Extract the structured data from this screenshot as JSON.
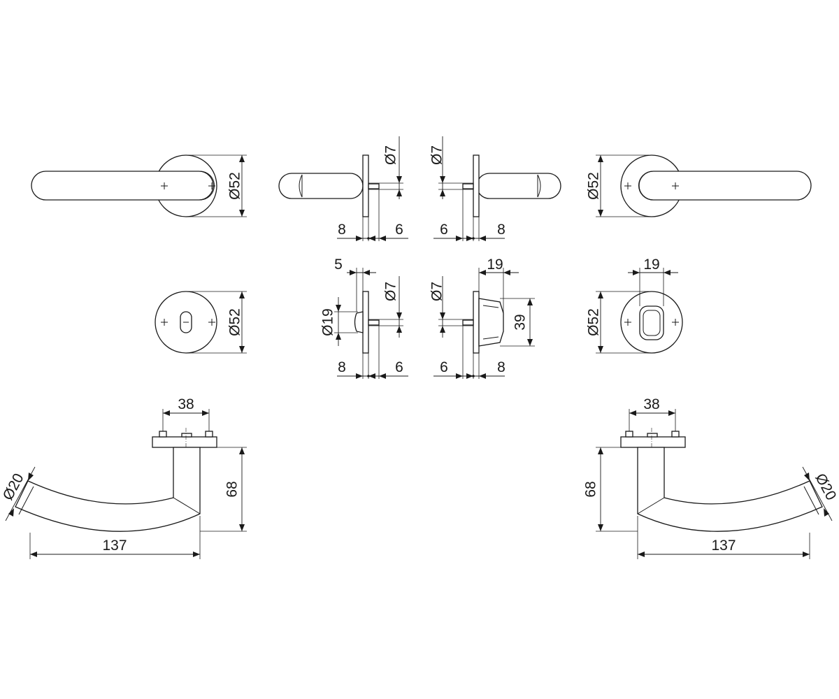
{
  "dimensions": {
    "rose_diameter": "Ø52",
    "spindle_diameter": "Ø7",
    "escutcheon_thickness": "8",
    "spindle_stub": "6",
    "thumbturn_offset": "5",
    "thumbturn_diameter": "Ø19",
    "indicator_width": "19",
    "indicator_height": "39",
    "screw_spacing": "38",
    "lever_projection": "68",
    "lever_length": "137",
    "lever_grip_diameter": "Ø20"
  },
  "colors": {
    "line": "#1a1a1a",
    "background": "#ffffff"
  }
}
